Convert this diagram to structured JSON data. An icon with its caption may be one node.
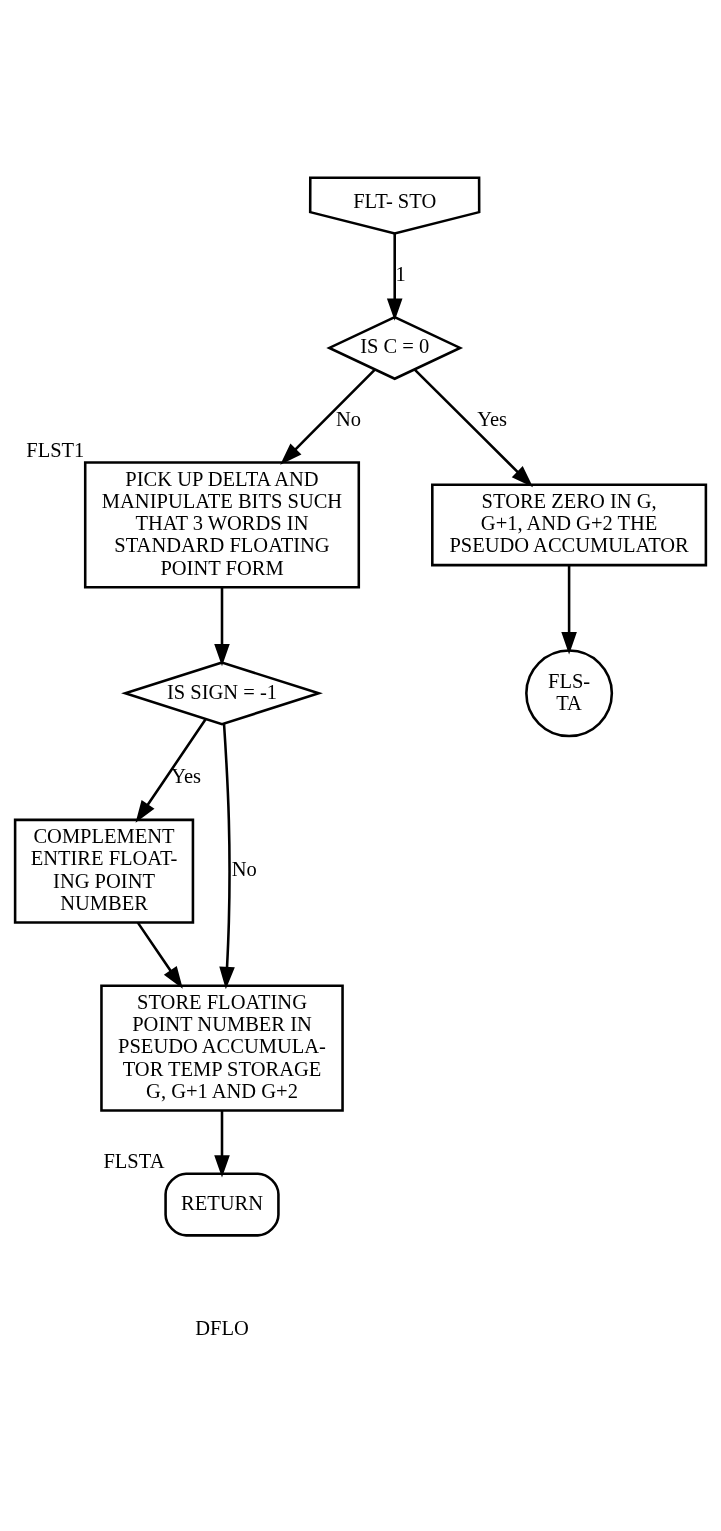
{
  "diagram": {
    "nodes": [
      {
        "text": [
          "FLT- STO"
        ]
      },
      {
        "text": [
          "IS C = 0"
        ]
      },
      {
        "text": [
          "PICK UP DELTA AND MANIPULATE BITS SUCH THAT 3 WORDS IN STANDARD FLOATING POINT FORM"
        ],
        "beside": [
          "FLST1"
        ]
      },
      {
        "text": [
          "STORE ZERO IN G, G+1, AND G+2 THE PSEUDO ACCUMULATOR"
        ]
      },
      {
        "text": [
          "FLS- TA"
        ]
      },
      {
        "text": [
          "IS SIGN = -1"
        ]
      },
      {
        "text": [
          "COMPLEMENT ENTIRE FLOAT- ING POINT NUMBER"
        ]
      },
      {
        "text": [
          "STORE FLOATING POINT NUMBER IN PSEUDO ACCUMULA- TOR TEMP STORAGE G, G+1 AND G+2"
        ]
      },
      {
        "text": [
          "RETURN"
        ],
        "beside": [
          "FLSTA"
        ]
      }
    ],
    "edges": [
      {
        "from": 0,
        "to": 1,
        "arrow": "to",
        "label": "1"
      },
      {
        "from": 1,
        "to": 3,
        "arrow": "to",
        "label": "Yes"
      },
      {
        "from": 1,
        "to": 2,
        "arrow": "to",
        "label": "No"
      },
      {
        "from": 3,
        "to": 4,
        "arrow": "to"
      },
      {
        "from": 2,
        "to": 5,
        "arrow": "to"
      },
      {
        "from": 5,
        "to": 7,
        "arrow": "to",
        "label": "No"
      },
      {
        "from": 5,
        "to": 6,
        "arrow": "to",
        "label": "Yes"
      },
      {
        "from": 6,
        "to": 7,
        "arrow": "to"
      },
      {
        "from": 7,
        "to": 8,
        "arrow": "to"
      }
    ],
    "labels": [
      "DFLO"
    ]
  }
}
